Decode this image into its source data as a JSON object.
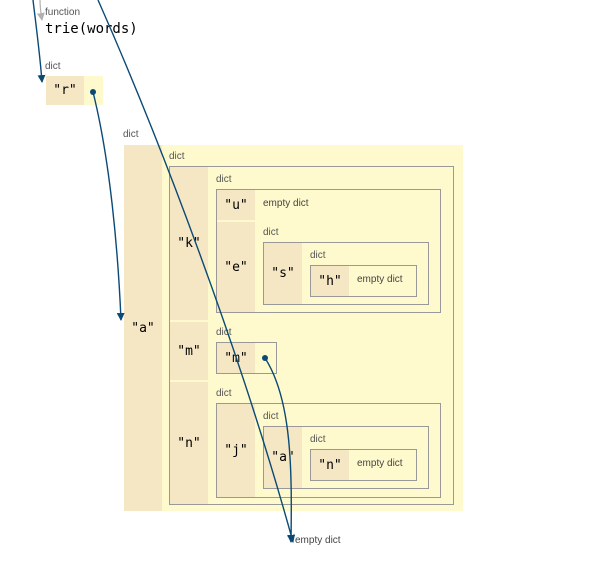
{
  "frame": {
    "type_label": "function",
    "name": "trie(words)"
  },
  "root": {
    "type_label": "dict",
    "key": "\"r\""
  },
  "dict_a": {
    "type_label": "dict",
    "key": "\"a\""
  },
  "dict_kmn": {
    "type_label": "dict",
    "keys": [
      "\"k\"",
      "\"m\"",
      "\"n\""
    ]
  },
  "dict_ue": {
    "type_label": "dict",
    "key_u": "\"u\"",
    "u_value": "empty dict",
    "key_e": "\"e\""
  },
  "dict_s": {
    "type_label": "dict",
    "key": "\"s\""
  },
  "dict_h": {
    "type_label": "dict",
    "key": "\"h\"",
    "value": "empty dict"
  },
  "dict_m": {
    "type_label": "dict",
    "key": "\"m\""
  },
  "dict_j": {
    "type_label": "dict",
    "key": "\"j\""
  },
  "dict_a2": {
    "type_label": "dict",
    "key": "\"a\""
  },
  "dict_n2": {
    "type_label": "dict",
    "key": "\"n\"",
    "value": "empty dict"
  },
  "shared_empty": {
    "label": "empty dict"
  },
  "colors": {
    "key_bg": "#f5e6c4",
    "value_bg": "#fffacd",
    "arrow": "#0b4a75"
  }
}
